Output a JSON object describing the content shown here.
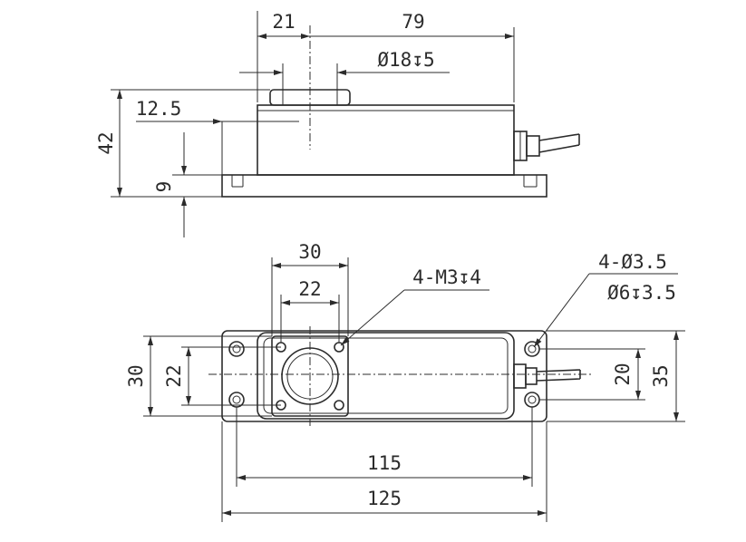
{
  "top_view": {
    "dim_offset": "21",
    "dim_length": "79",
    "dim_bore": "Ø18↧5",
    "dim_half_height": "12.5",
    "dim_height": "42",
    "dim_base": "9"
  },
  "plan_view": {
    "dim_square_outer": "30",
    "dim_square_inner": "22",
    "thread_callout": "4-M3↧4",
    "hole_callout_1": "4-Ø3.5",
    "hole_callout_2": "Ø6↧3.5",
    "dim_left_outer": "30",
    "dim_left_inner": "22",
    "dim_right_inner": "20",
    "dim_right_outer": "35",
    "dim_hole_spacing": "115",
    "dim_total_length": "125"
  }
}
